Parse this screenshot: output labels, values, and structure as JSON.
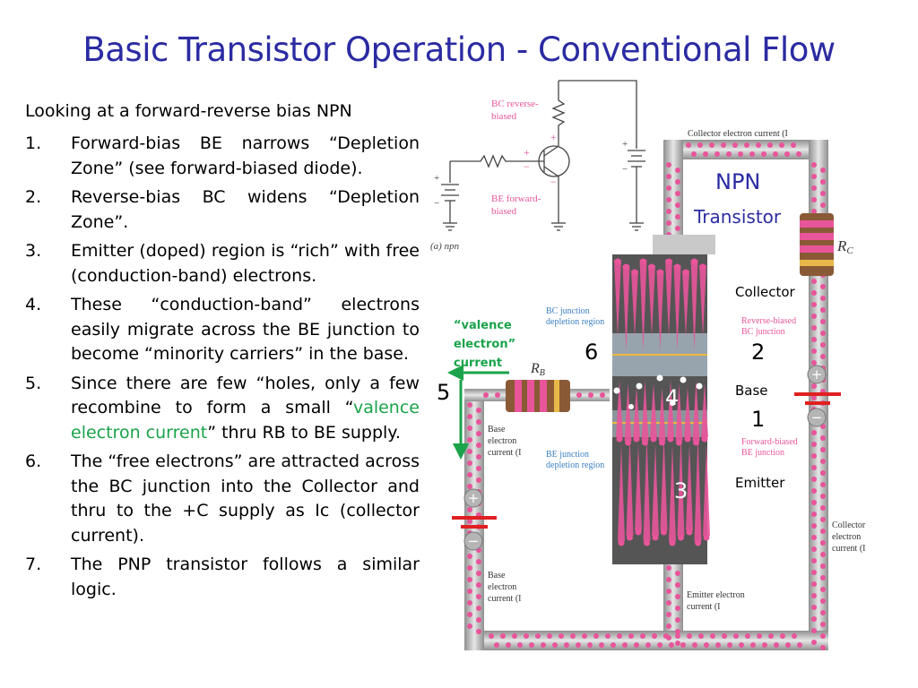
{
  "title": "Basic Transistor Operation - Conventional Flow",
  "intro": "Looking at a forward-reverse bias NPN",
  "points": [
    {
      "num": "1.",
      "text": "Forward-bias BE narrows “Depletion Zone” (see forward-biased diode)."
    },
    {
      "num": "2.",
      "text": "Reverse-bias BC widens “Depletion Zone”."
    },
    {
      "num": "3.",
      "text": "Emitter (doped) region is “rich” with free (conduction-band) electrons."
    },
    {
      "num": "4.",
      "text": "These “conduction-band” electrons easily migrate across the BE junction to become “minority carriers” in the base."
    },
    {
      "num": "5.",
      "text_before": "Since there are few “holes, only a few recombine to form a small “",
      "text_green": "valence electron current",
      "text_after": "” thru RB to BE supply."
    },
    {
      "num": "6.",
      "text": "The “free electrons” are attracted across the BC junction into the Collector and thru to the +C supply as Ic (collector current)."
    },
    {
      "num": "7.",
      "text": "The PNP transistor follows a similar logic."
    }
  ],
  "diagram": {
    "npn_title": "NPN",
    "npn_subtitle": "Transistor",
    "bc_reverse": "BC reverse-",
    "biased": "biased",
    "be_forward": "BE forward-",
    "caption": "(a) npn",
    "collector_current_top": "Collector electron current (I",
    "rc_label": "R",
    "rc_sub": "C",
    "rb_label": "R",
    "rb_sub": "B",
    "collector": "Collector",
    "base": "Base",
    "emitter": "Emitter",
    "bc_junction_1": "BC junction",
    "bc_junction_2": "depletion region",
    "reverse_biased_1": "Reverse-biased",
    "reverse_biased_2": "BC junction",
    "forward_biased_1": "Forward-biased",
    "forward_biased_2": "BE junction",
    "be_junction_1": "BE junction",
    "be_junction_2": "depletion region",
    "valence_1": "“valence",
    "valence_2": "electron”",
    "valence_3": "current",
    "base_current_1": "Base",
    "base_current_2": "electron",
    "base_current_3": "current (I",
    "collector_current_right_1": "Collector",
    "collector_current_right_2": "electron",
    "collector_current_right_3": "current (I",
    "emitter_current_1": "Emitter electron",
    "emitter_current_2": "current (I",
    "num1": "1",
    "num2": "2",
    "num3": "3",
    "num4": "4",
    "num5": "5",
    "num6": "6",
    "plus": "+",
    "minus": "−"
  },
  "colors": {
    "title": "#2b2ba3",
    "green": "#1aa34a",
    "pink": "#e8559a",
    "wire": "#b9b9b9",
    "battery": "#e02020"
  }
}
